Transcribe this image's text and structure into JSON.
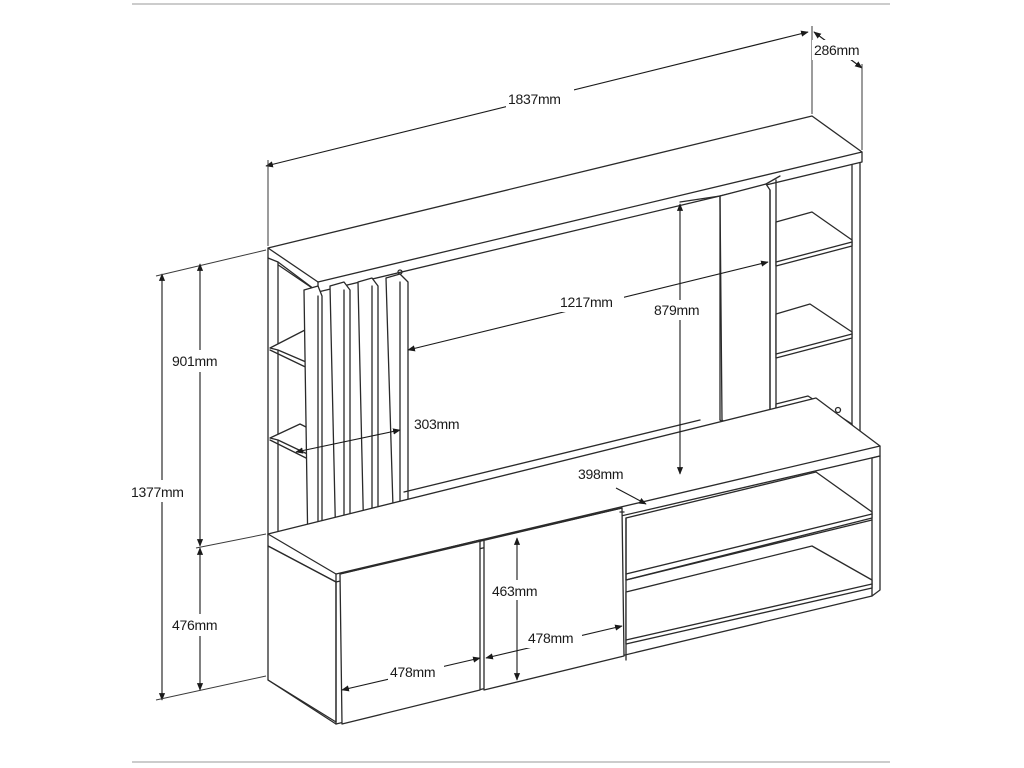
{
  "dimensions": {
    "width": "1837mm",
    "depth": "286mm",
    "total_height": "1377mm",
    "upper_height": "901mm",
    "lower_height": "476mm",
    "inner_width": "1217mm",
    "inner_height": "879mm",
    "left_shelf_width": "303mm",
    "open_shelf_width": "398mm",
    "door_height": "463mm",
    "door_left_width": "478mm",
    "door_right_width": "478mm"
  },
  "colors": {
    "line": "#2a2a2a",
    "background": "#ffffff",
    "frame": "#9a9a9a"
  }
}
